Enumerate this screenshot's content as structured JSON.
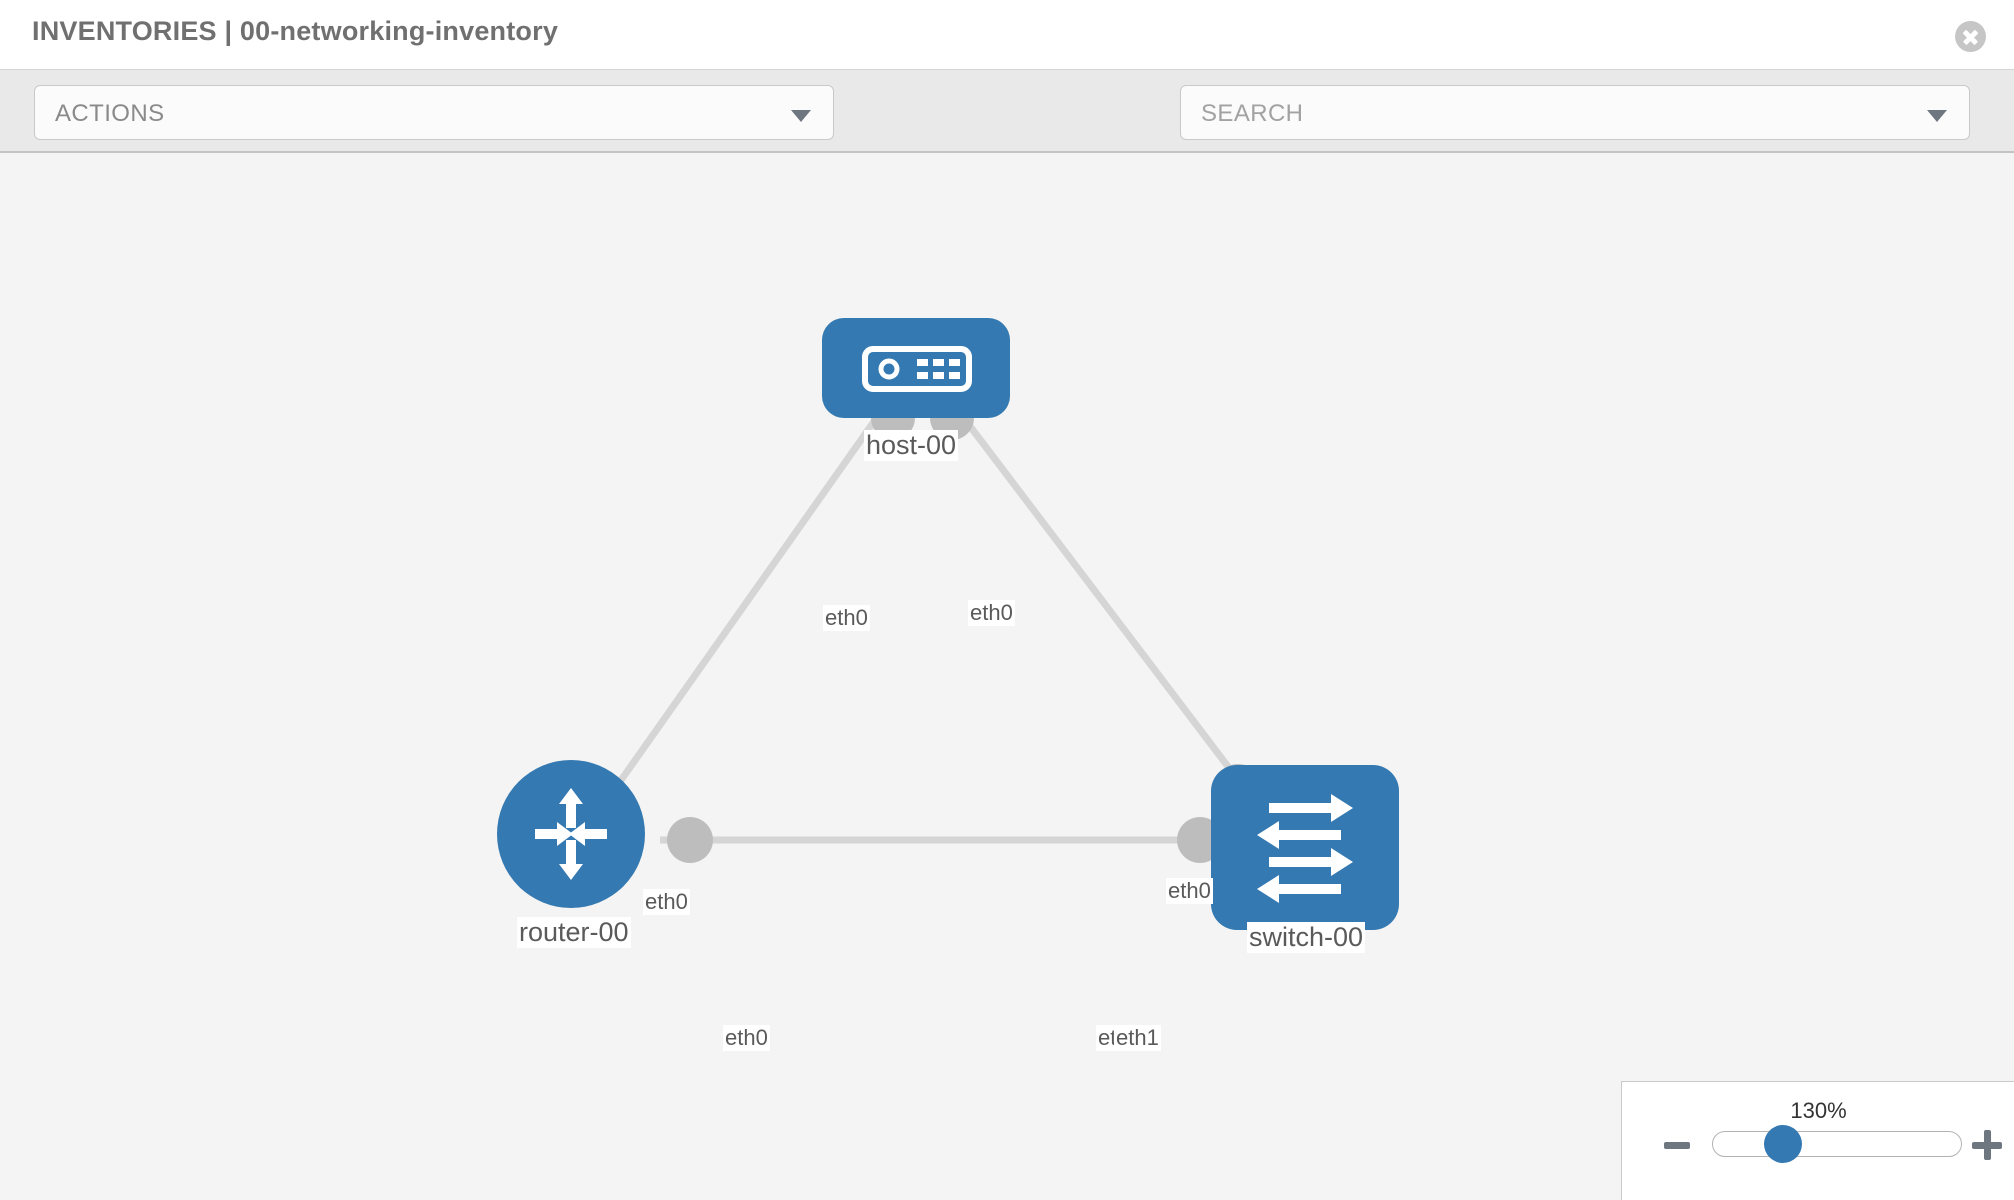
{
  "header": {
    "title": "INVENTORIES | 00-networking-inventory",
    "close_label": "close-icon"
  },
  "toolbar": {
    "actions_label": "ACTIONS",
    "caret_icon": "chevron-down-icon",
    "wrench_icon": "wrench-icon",
    "key_icon": "key-icon",
    "search_placeholder": "SEARCH",
    "search_caret_icon": "chevron-down-icon"
  },
  "topology": {
    "nodes": [
      {
        "id": "host-00",
        "label": "host-00",
        "type": "host",
        "icon": "server-icon",
        "color": "#3479b1"
      },
      {
        "id": "router-00",
        "label": "router-00",
        "type": "router",
        "icon": "router-arrows-icon",
        "color": "#3479b1"
      },
      {
        "id": "switch-00",
        "label": "switch-00",
        "type": "switch",
        "icon": "switch-arrows-icon",
        "color": "#3479b1"
      }
    ],
    "links": [
      {
        "from": "router-00",
        "to": "host-00",
        "from_iface": "eth0",
        "to_iface": "eth0"
      },
      {
        "from": "host-00",
        "to": "switch-00",
        "from_iface": "eth0",
        "to_iface": "eth0"
      },
      {
        "from": "router-00",
        "to": "switch-00",
        "from_iface": "eth0",
        "to_iface": "eth1"
      }
    ],
    "interface_labels": {
      "host_left": "eth0",
      "host_right": "eth0",
      "router_up": "eth0",
      "switch_up": "eth0",
      "router_right": "eth0",
      "switch_left_hidden": "eth0",
      "switch_left": "eth1"
    },
    "link_color": "#d5d5d5",
    "connector_color": "#bdbdbd"
  },
  "zoom": {
    "value": "130%",
    "minus_label": "minus-icon",
    "plus_label": "plus-icon"
  }
}
